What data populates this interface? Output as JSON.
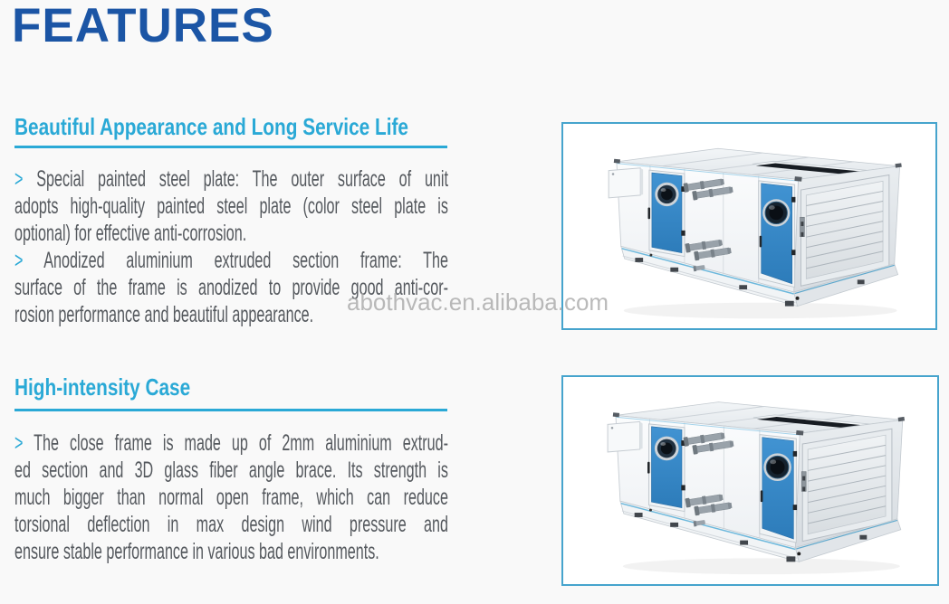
{
  "page": {
    "title": "FEATURES",
    "watermark": "abothvac.en.alibaba.com"
  },
  "colors": {
    "page-bg": "#f9f9f9",
    "title-blue": "#1b55a5",
    "accent": "#2aa9d6",
    "body-text": "#55595e",
    "watermark-gray": "#a9a9a9",
    "frame-border": "#46a4cd",
    "door-blue": "#3287c6"
  },
  "sections": [
    {
      "heading": "Beautiful Appearance and Long Service Life",
      "lines": [
        {
          "bullet": ">",
          "text": "Special painted steel plate: The outer surface of unit"
        },
        {
          "bullet": "",
          "text": "adopts high-quality painted steel plate (color steel plate is"
        },
        {
          "bullet": "",
          "text": "optional) for effective anti-corrosion."
        },
        {
          "bullet": ">",
          "text": "Anodized aluminium extruded section frame: The"
        },
        {
          "bullet": "",
          "text": "surface of the frame is anodized to provide good anti-cor-"
        },
        {
          "bullet": "",
          "text": "rosion performance and beautiful appearance."
        }
      ],
      "figure": "air-handling-unit-photo"
    },
    {
      "heading": "High-intensity Case",
      "lines": [
        {
          "bullet": ">",
          "text": "The close frame is made up of 2mm aluminium extrud-"
        },
        {
          "bullet": "",
          "text": "ed section and 3D glass fiber angle brace. Its strength is"
        },
        {
          "bullet": "",
          "text": "much bigger than normal open frame, which can reduce"
        },
        {
          "bullet": "",
          "text": "torsional deflection in max design wind pressure and"
        },
        {
          "bullet": "",
          "text": "ensure stable performance in various bad environments."
        }
      ],
      "figure": "air-handling-unit-photo"
    }
  ]
}
